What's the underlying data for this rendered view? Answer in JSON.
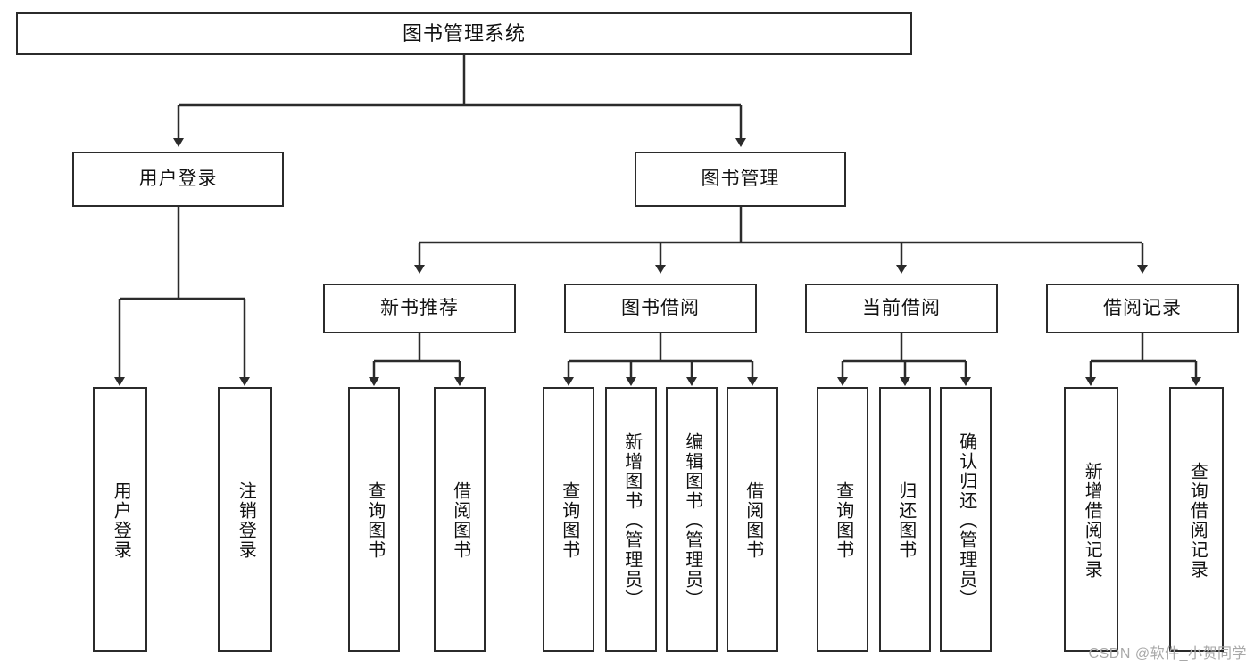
{
  "diagram": {
    "type": "tree-hierarchy-chart",
    "title": "图书管理系统",
    "watermark": "CSDN @软件_小贺同学",
    "colors": {
      "stroke": "#2b2b2b",
      "fill": "#ffffff",
      "text": "#111111",
      "watermark": "#a8a8a8"
    },
    "nodes": {
      "root": {
        "label": "图书管理系统"
      },
      "level2": [
        {
          "id": "user-login",
          "label": "用户登录"
        },
        {
          "id": "book-management",
          "label": "图书管理"
        }
      ],
      "level3": [
        {
          "id": "new-book-recommend",
          "label": "新书推荐"
        },
        {
          "id": "book-borrow",
          "label": "图书借阅"
        },
        {
          "id": "current-borrow",
          "label": "当前借阅"
        },
        {
          "id": "borrow-record",
          "label": "借阅记录"
        }
      ],
      "leaves": {
        "user-login": [
          {
            "id": "leaf-user-login",
            "label": "用户登录"
          },
          {
            "id": "leaf-logout-login",
            "label": "注销登录"
          }
        ],
        "new-book-recommend": [
          {
            "id": "leaf-query-book-1",
            "label": "查询图书"
          },
          {
            "id": "leaf-borrow-book-1",
            "label": "借阅图书"
          }
        ],
        "book-borrow": [
          {
            "id": "leaf-query-book-2",
            "label": "查询图书"
          },
          {
            "id": "leaf-add-book",
            "label": "新增图书（管理员）"
          },
          {
            "id": "leaf-edit-book",
            "label": "编辑图书（管理员）"
          },
          {
            "id": "leaf-borrow-book-2",
            "label": "借阅图书"
          }
        ],
        "current-borrow": [
          {
            "id": "leaf-query-book-3",
            "label": "查询图书"
          },
          {
            "id": "leaf-return-book",
            "label": "归还图书"
          },
          {
            "id": "leaf-confirm-return",
            "label": "确认归还（管理员）"
          }
        ],
        "borrow-record": [
          {
            "id": "leaf-add-record",
            "label": "新增借阅记录"
          },
          {
            "id": "leaf-query-record",
            "label": "查询借阅记录"
          }
        ]
      }
    }
  }
}
